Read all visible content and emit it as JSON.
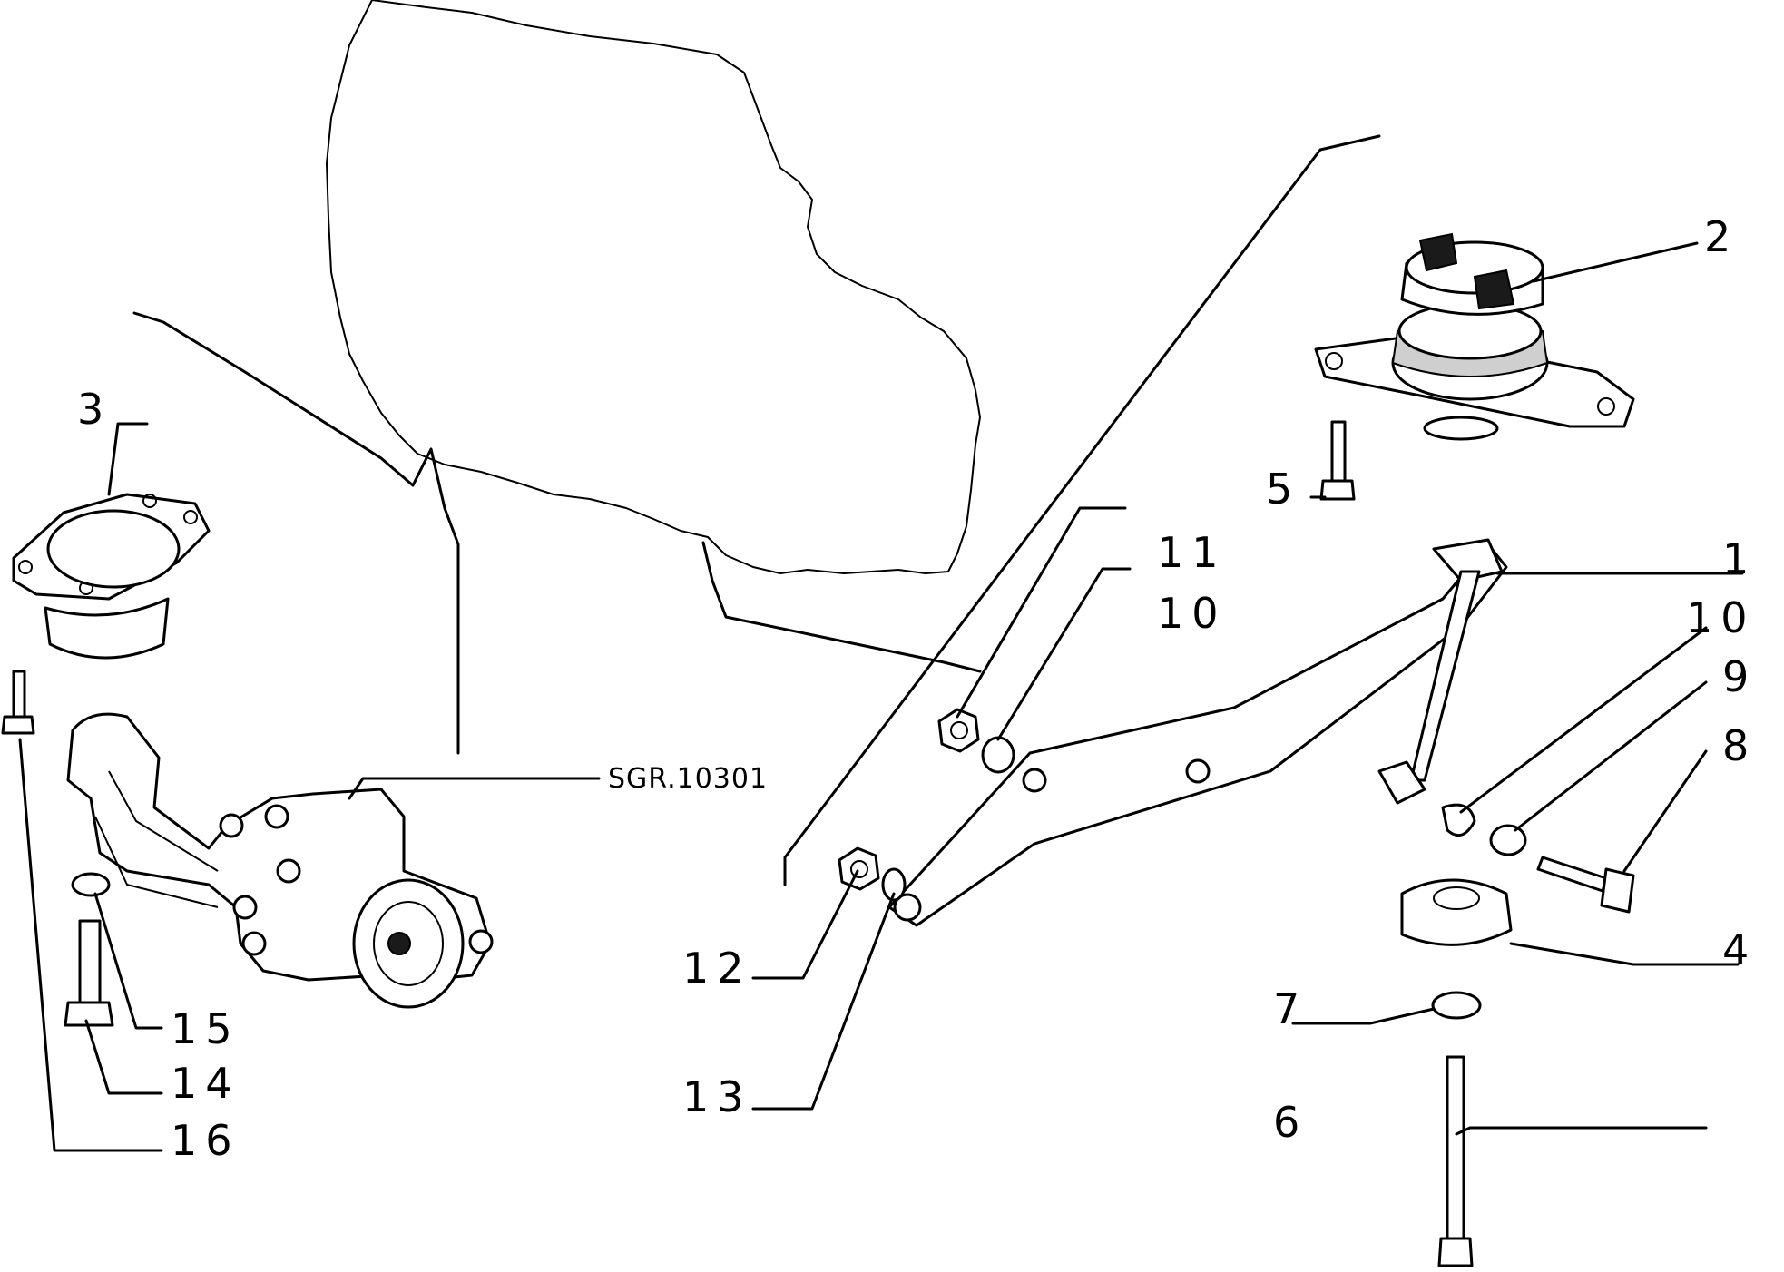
{
  "drawing_ref": "SGR.10301",
  "callouts": [
    {
      "id": "p1",
      "label": "1"
    },
    {
      "id": "p2",
      "label": "2"
    },
    {
      "id": "p3",
      "label": "3"
    },
    {
      "id": "p4",
      "label": "4"
    },
    {
      "id": "p5",
      "label": "5"
    },
    {
      "id": "p6",
      "label": "6"
    },
    {
      "id": "p7",
      "label": "7"
    },
    {
      "id": "p8",
      "label": "8"
    },
    {
      "id": "p9",
      "label": "9"
    },
    {
      "id": "p10a",
      "label": "10"
    },
    {
      "id": "p10b",
      "label": "10"
    },
    {
      "id": "p11",
      "label": "11"
    },
    {
      "id": "p12",
      "label": "12"
    },
    {
      "id": "p13",
      "label": "13"
    },
    {
      "id": "p14",
      "label": "14"
    },
    {
      "id": "p15",
      "label": "15"
    },
    {
      "id": "p16",
      "label": "16"
    }
  ]
}
